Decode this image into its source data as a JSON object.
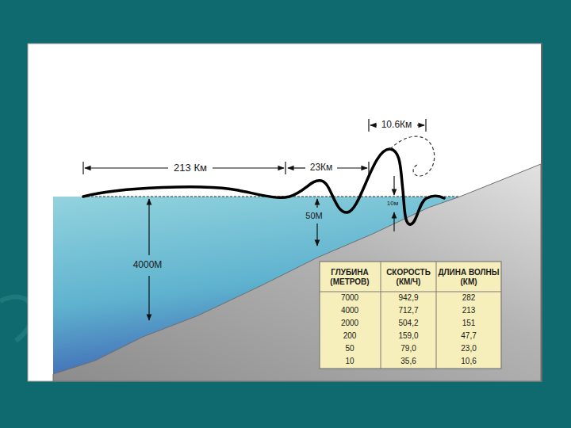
{
  "diagram": {
    "labels": [
      "10.6Км",
      "213 Км",
      "23Км",
      "50М",
      "10м",
      "4000М",
      "ГЛУБИНА (МЕТРОВ)",
      "СКОРОСТЬ (КМ/Ч)",
      "ДЛИНА ВОЛНЫ (КМ)",
      "7000",
      "942,9",
      "282",
      "4000",
      "712,7",
      "213",
      "2000",
      "504,2",
      "151",
      "200",
      "159,0",
      "47,7",
      "50",
      "79,0",
      "23,0",
      "10",
      "35,6",
      "10,6"
    ]
  }
}
